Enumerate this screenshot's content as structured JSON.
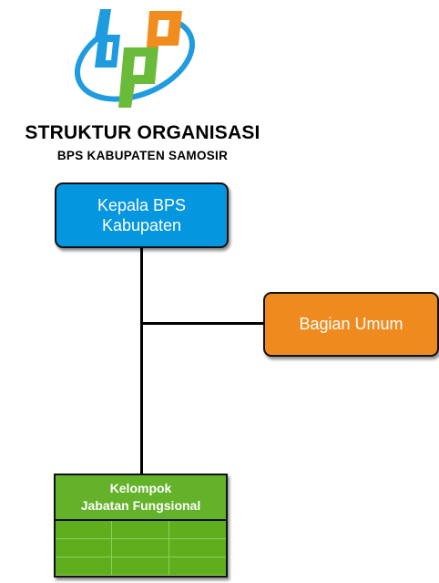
{
  "header": {
    "title": "STRUKTUR ORGANISASI",
    "subtitle": "BPS KABUPATEN SAMOSIR",
    "logo_icon": "bps-logo-icon"
  },
  "org": {
    "head": {
      "line1": "Kepala BPS",
      "line2": "Kabupaten",
      "color": "#0596e0"
    },
    "staff": {
      "label": "Bagian Umum",
      "color": "#ef8a1f"
    },
    "functional": {
      "line1": "Kelompok",
      "line2": "Jabatan Fungsional",
      "color": "#64b22a",
      "grid_rows": 3,
      "grid_cols": 3
    }
  },
  "colors": {
    "logo_blue": "#1f9be0",
    "logo_orange": "#f18d1f",
    "logo_green": "#6bbb3a"
  }
}
